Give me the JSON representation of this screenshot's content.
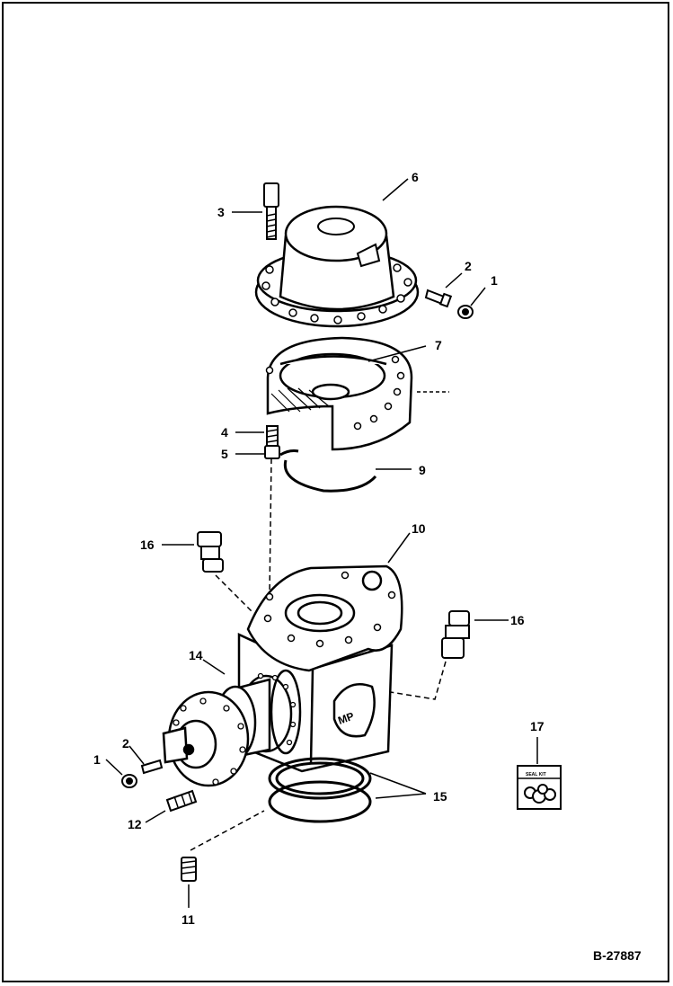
{
  "callouts": {
    "c1a": "1",
    "c2a": "2",
    "c3": "3",
    "c4": "4",
    "c5": "5",
    "c6": "6",
    "c7": "7",
    "c9": "9",
    "c10": "10",
    "c16a": "16",
    "c16b": "16",
    "c14": "14",
    "c2b": "2",
    "c1b": "1",
    "c12": "12",
    "c15": "15",
    "c11": "11",
    "c17": "17"
  },
  "kit_label": "SEAL KIT",
  "reference_number": "B-27887"
}
